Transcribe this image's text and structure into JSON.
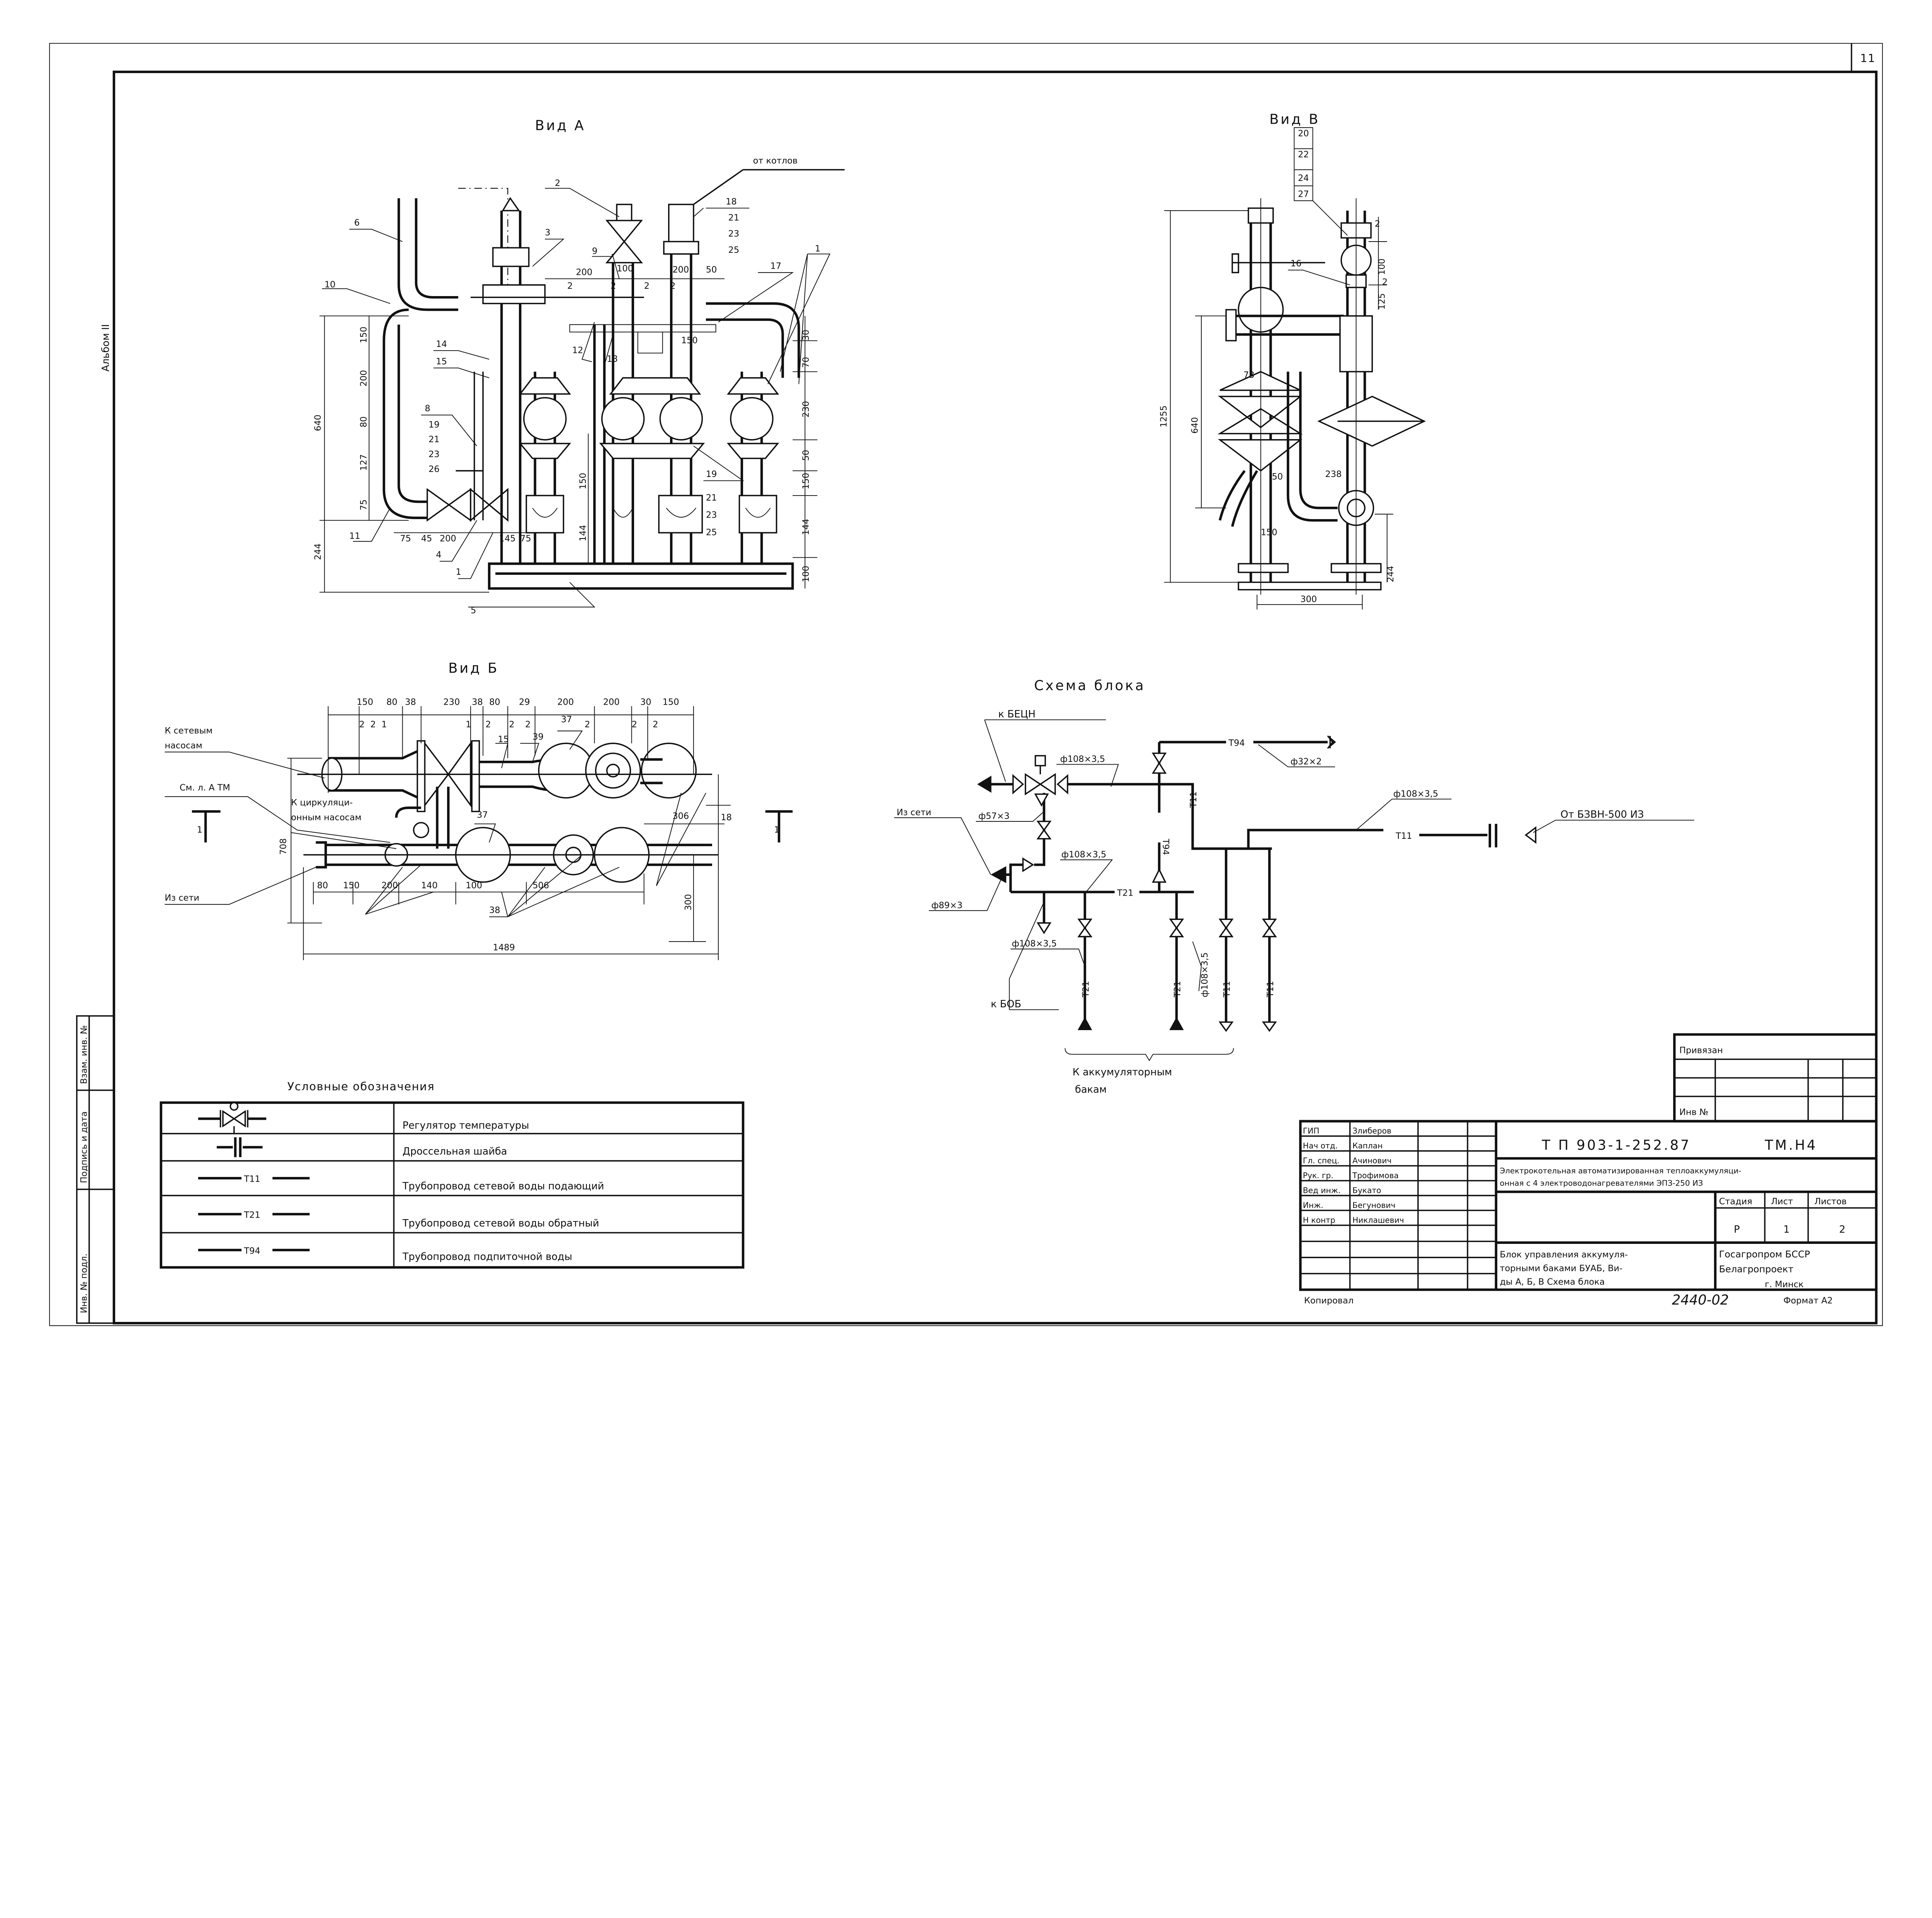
{
  "sheet_number": "11",
  "album": "Альбом II",
  "side_stamp": [
    "Инв. № подл.",
    "Подпись и дата",
    "Взам. инв. №"
  ],
  "vid_a": {
    "title": "Вид А",
    "from_boilers": "от котлов",
    "labels": [
      "6",
      "2",
      "18",
      "21",
      "23",
      "25",
      "3",
      "9",
      "10",
      "17",
      "1",
      "200",
      "2",
      "100",
      "2",
      "2",
      "200",
      "50",
      "2",
      "150",
      "200",
      "80",
      "127",
      "75",
      "640",
      "244",
      "14",
      "15",
      "8",
      "19",
      "21",
      "23",
      "26",
      "12",
      "13",
      "150",
      "30",
      "70",
      "230",
      "50",
      "150",
      "144",
      "100",
      "144",
      "150",
      "19",
      "21",
      "23",
      "25",
      "11",
      "75",
      "45",
      "200",
      "145",
      "75",
      "4",
      "1",
      "5"
    ]
  },
  "vid_v": {
    "title": "Вид В",
    "labels": [
      "20",
      "22",
      "24",
      "27",
      "16",
      "1255",
      "640",
      "73",
      "50",
      "238",
      "150",
      "244",
      "300",
      "100",
      "125",
      "2",
      "2"
    ]
  },
  "vid_b": {
    "title": "Вид Б",
    "to_network_pumps": [
      "К сетевым",
      "насосам"
    ],
    "see_sheet": "См. л. А ТМ",
    "to_circ_pumps": [
      "К циркуляци-",
      "онным насосам"
    ],
    "from_network": "Из сети",
    "labels": [
      "150",
      "80",
      "38",
      "230",
      "38",
      "80",
      "29",
      "200",
      "200",
      "30",
      "150",
      "15",
      "39",
      "37",
      "37",
      "306",
      "18",
      "708",
      "80",
      "150",
      "200",
      "140",
      "100",
      "506",
      "38",
      "300",
      "1489",
      "1",
      "1",
      "2",
      "2",
      "1",
      "1",
      "2",
      "2",
      "2",
      "2",
      "2",
      "2"
    ]
  },
  "scheme": {
    "title": "Схема блока",
    "to_becn": "к БЕЦН",
    "from_network": "Из сети",
    "to_bob": "к БОБ",
    "from_bzvn": "От БЗВН-500 ИЗ",
    "to_tanks": [
      "К аккумуляторным",
      "бакам"
    ],
    "pipe_labels": {
      "t94_h": "Т94",
      "t94_v": "Т94",
      "t11_v": "Т11",
      "t11_h": "Т11",
      "t21_h": "Т21",
      "t21_a": "Т21",
      "t21_b": "Т21",
      "t11_a": "Т11",
      "t11_b": "Т11"
    },
    "sizes": {
      "d108_top": "ф108×3,5",
      "d32": "ф32×2",
      "d108_right": "ф108×3,5",
      "d57": "ф57×3",
      "d108_mid": "ф108×3,5",
      "d89": "ф89×3",
      "d108_low": "ф108×3,5",
      "d108_vert": "ф108×3,5"
    }
  },
  "legend": {
    "title": "Условные обозначения",
    "rows": [
      {
        "symbol": "temperature-regulator",
        "code": "",
        "text": "Регулятор температуры"
      },
      {
        "symbol": "throttle-washer",
        "code": "",
        "text": "Дроссельная шайба"
      },
      {
        "symbol": "pipe",
        "code": "Т11",
        "text": "Трубопровод сетевой воды подающий"
      },
      {
        "symbol": "pipe",
        "code": "Т21",
        "text": "Трубопровод сетевой воды обратный"
      },
      {
        "symbol": "pipe",
        "code": "Т94",
        "text": "Трубопровод подпиточной воды"
      }
    ]
  },
  "binding_box": {
    "label": "Привязан",
    "inv": "Инв №"
  },
  "title_block": {
    "staff": [
      {
        "role": "ГИП",
        "name": "Злиберов"
      },
      {
        "role": "Нач отд.",
        "name": "Каплан"
      },
      {
        "role": "Гл. спец.",
        "name": "Ачинович"
      },
      {
        "role": "Рук. гр.",
        "name": "Трофимова"
      },
      {
        "role": "Вед инж.",
        "name": "Букато"
      },
      {
        "role": "Инж.",
        "name": "Бегунович"
      },
      {
        "role": "Н контр",
        "name": "Никлашевич"
      }
    ],
    "code": "Т П 903-1-252.87",
    "sheet_code": "ТМ.Н4",
    "project_title": [
      "Электрокотельная автоматизированная теплоаккумуляци-",
      "онная с 4 электроводонагревателями ЭПЗ-250 ИЗ"
    ],
    "stage_label": "Стадия",
    "sheet_label": "Лист",
    "sheets_label": "Листов",
    "stage": "Р",
    "sheet": "1",
    "sheets": "2",
    "drawing_title": [
      "Блок управления аккумуля-",
      "торными баками БУАБ, Ви-",
      "ды А, Б, В  Схема блока"
    ],
    "org": [
      "Госагропром  БССР",
      "Белагропроект",
      "г. Минск"
    ]
  },
  "footer": {
    "copied": "Копировал",
    "archive_no": "2440-02",
    "format": "Формат А2"
  }
}
